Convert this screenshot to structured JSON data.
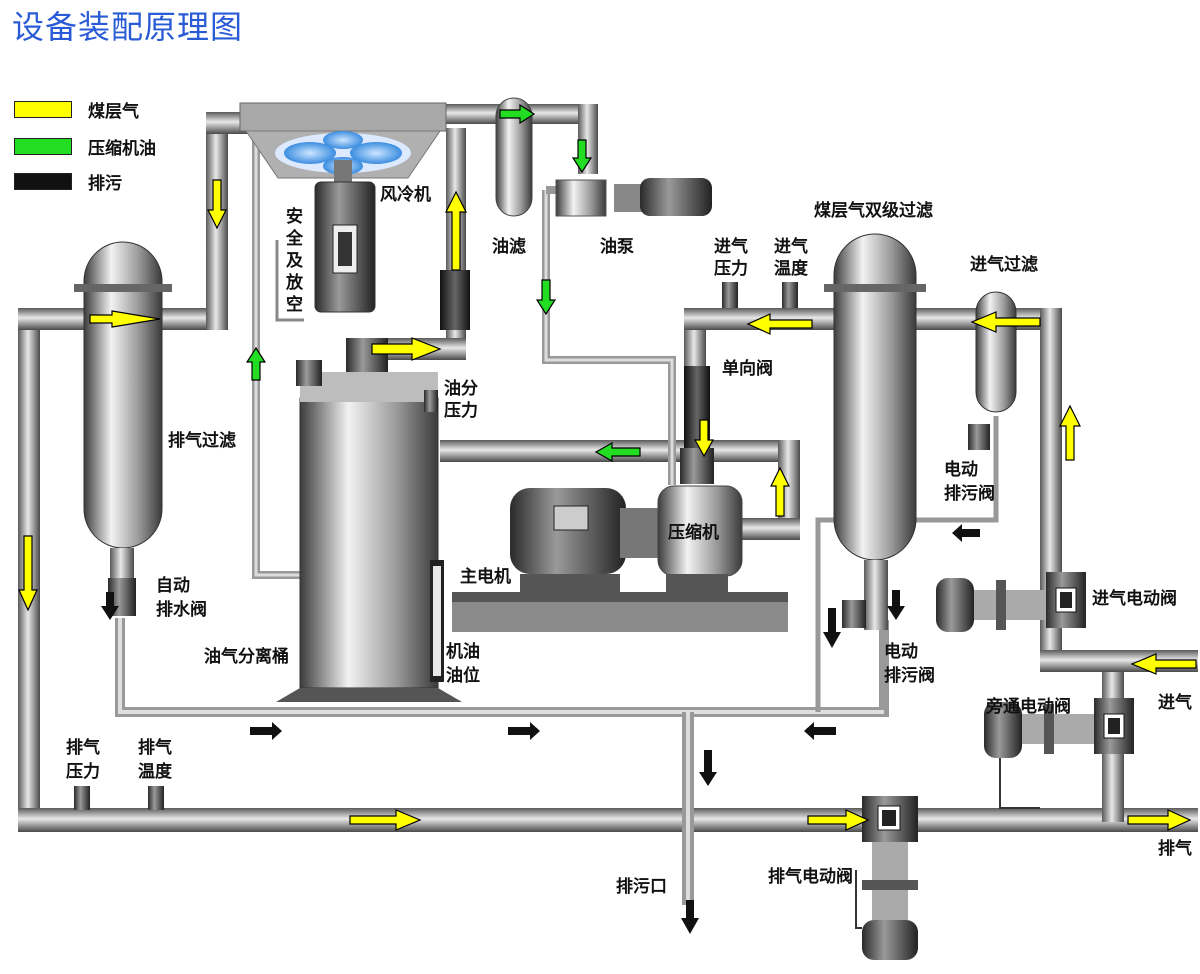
{
  "title": "设备装配原理图",
  "legend": [
    {
      "label": "煤层气",
      "color": "#ffff00"
    },
    {
      "label": "压缩机油",
      "color": "#22dd22"
    },
    {
      "label": "排污",
      "color": "#111111"
    }
  ],
  "labels": {
    "fan_cooler": "风冷机",
    "oil_filter": "油滤",
    "oil_pump": "油泵",
    "safety_valve": "安全及放空",
    "exhaust_filter": "排气过滤",
    "auto_drain_valve": "自动\n排水阀",
    "oil_sep_pressure": "油分\n压力",
    "separator_tank": "油气分离桶",
    "oil_level": "机油\n油位",
    "check_valve": "单向阀",
    "compressor": "压缩机",
    "main_motor": "主电机",
    "dual_filter": "煤层气双级过滤",
    "inlet_pressure": "进气\n压力",
    "inlet_temp": "进气\n温度",
    "inlet_filter": "进气过滤",
    "electric_drain_valve_1": "电动\n排污阀",
    "electric_drain_valve_2": "电动\n排污阀",
    "inlet_motor_valve": "进气电动阀",
    "inlet": "进气",
    "bypass_motor_valve": "旁通电动阀",
    "exhaust_pressure": "排气\n压力",
    "exhaust_temp": "排气\n温度",
    "exhaust_motor_valve": "排气电动阀",
    "exhaust": "排气",
    "drain_outlet": "排污口"
  }
}
